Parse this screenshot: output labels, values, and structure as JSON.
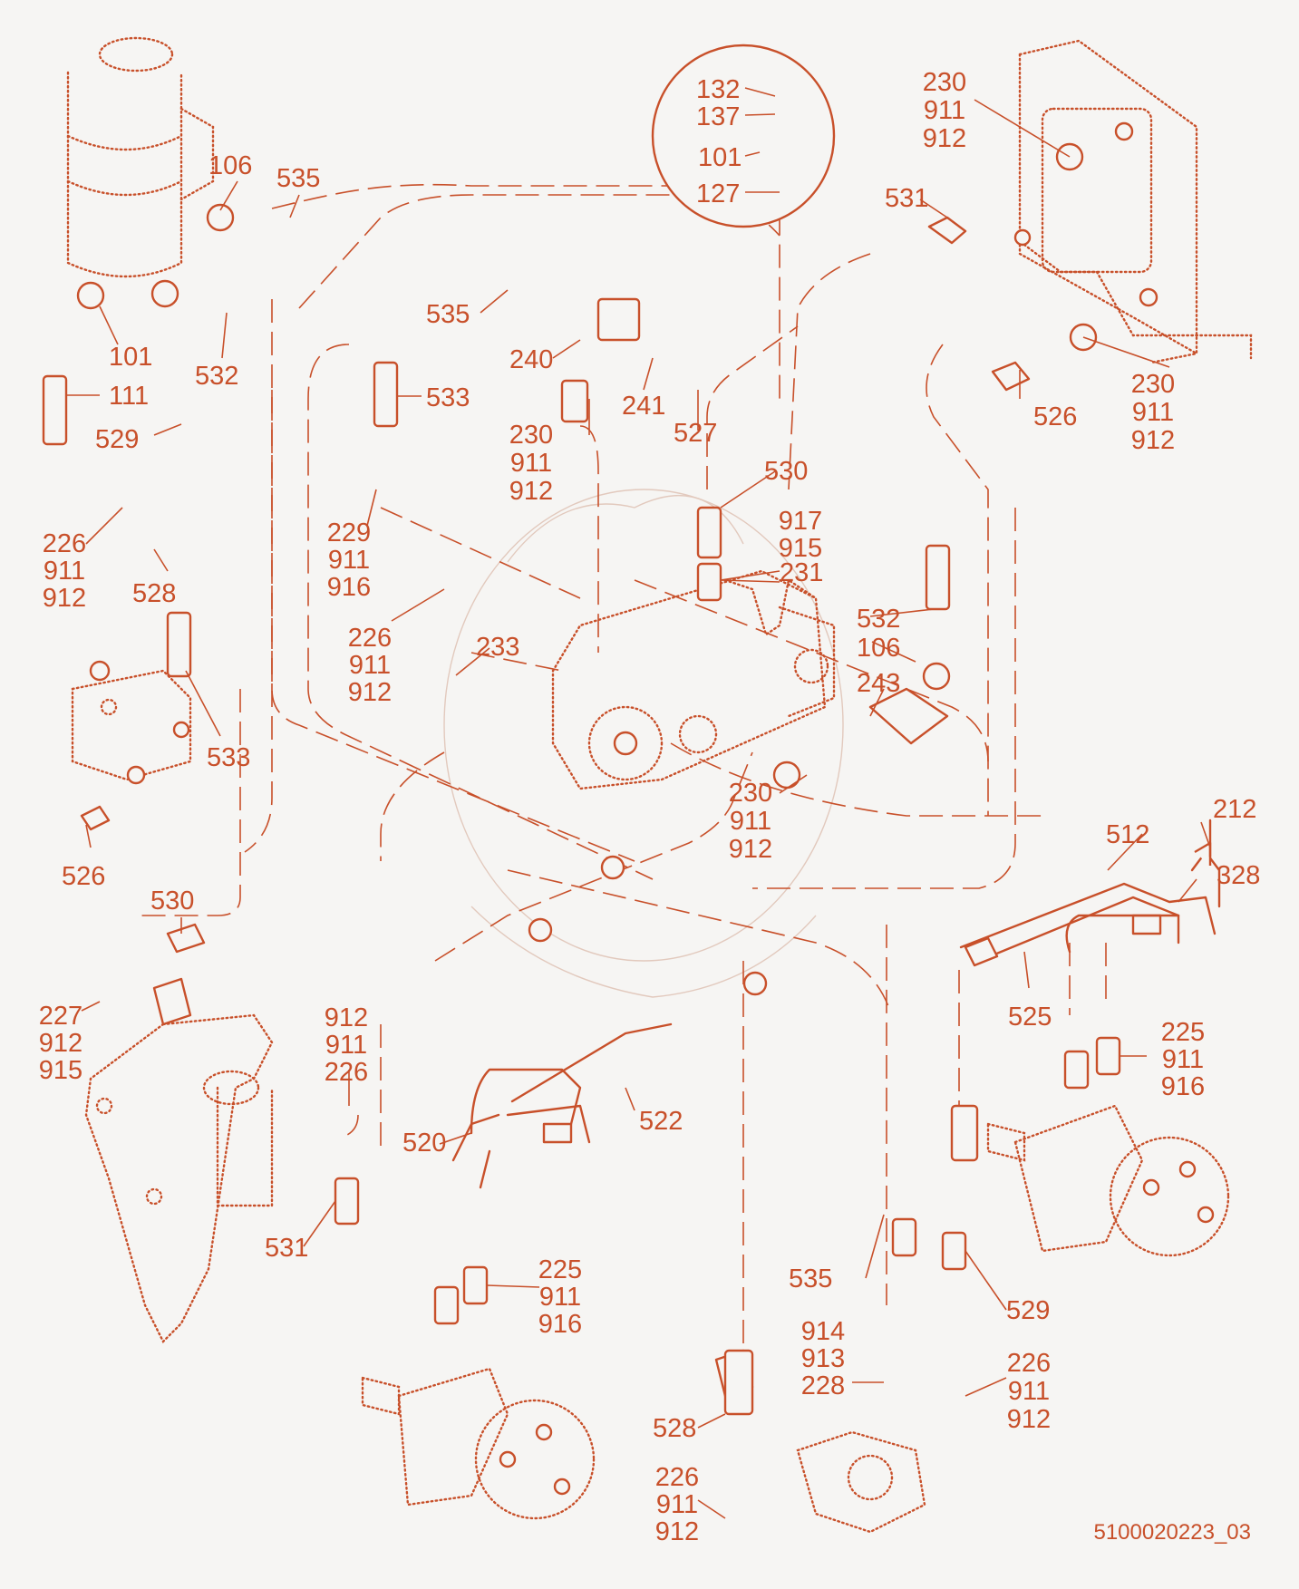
{
  "document_id": "5100020223_03",
  "colors": {
    "line": "#c8502a",
    "background": "#f6f5f3"
  },
  "callouts": [
    {
      "id": "c01",
      "lines": [
        "132"
      ]
    },
    {
      "id": "c02",
      "lines": [
        "137"
      ]
    },
    {
      "id": "c03",
      "lines": [
        "101"
      ]
    },
    {
      "id": "c04",
      "lines": [
        "127"
      ]
    },
    {
      "id": "c05",
      "lines": [
        "230",
        "911",
        "912"
      ]
    },
    {
      "id": "c06",
      "lines": [
        "531"
      ]
    },
    {
      "id": "c07",
      "lines": [
        "106"
      ]
    },
    {
      "id": "c08",
      "lines": [
        "535"
      ]
    },
    {
      "id": "c09",
      "lines": [
        "101"
      ]
    },
    {
      "id": "c10",
      "lines": [
        "111"
      ]
    },
    {
      "id": "c11",
      "lines": [
        "532"
      ]
    },
    {
      "id": "c12",
      "lines": [
        "535"
      ]
    },
    {
      "id": "c13",
      "lines": [
        "240"
      ]
    },
    {
      "id": "c14",
      "lines": [
        "241"
      ]
    },
    {
      "id": "c15",
      "lines": [
        "527"
      ]
    },
    {
      "id": "c16",
      "lines": [
        "230",
        "911",
        "912"
      ]
    },
    {
      "id": "c17",
      "lines": [
        "533"
      ]
    },
    {
      "id": "c18",
      "lines": [
        "526"
      ]
    },
    {
      "id": "c19",
      "lines": [
        "230",
        "911",
        "912"
      ]
    },
    {
      "id": "c20",
      "lines": [
        "529"
      ]
    },
    {
      "id": "c21",
      "lines": [
        "530"
      ]
    },
    {
      "id": "c22",
      "lines": [
        "229",
        "911",
        "916"
      ]
    },
    {
      "id": "c23",
      "lines": [
        "917",
        "915"
      ]
    },
    {
      "id": "c24",
      "lines": [
        "231"
      ]
    },
    {
      "id": "c25",
      "lines": [
        "226",
        "911",
        "912"
      ]
    },
    {
      "id": "c26",
      "lines": [
        "528"
      ]
    },
    {
      "id": "c27",
      "lines": [
        "532"
      ]
    },
    {
      "id": "c28",
      "lines": [
        "106"
      ]
    },
    {
      "id": "c29",
      "lines": [
        "226",
        "911",
        "912"
      ]
    },
    {
      "id": "c30",
      "lines": [
        "233"
      ]
    },
    {
      "id": "c31",
      "lines": [
        "243"
      ]
    },
    {
      "id": "c32",
      "lines": [
        "533"
      ]
    },
    {
      "id": "c33",
      "lines": [
        "230",
        "911",
        "912"
      ]
    },
    {
      "id": "c34",
      "lines": [
        "212"
      ]
    },
    {
      "id": "c35",
      "lines": [
        "512"
      ]
    },
    {
      "id": "c36",
      "lines": [
        "328"
      ]
    },
    {
      "id": "c37",
      "lines": [
        "526"
      ]
    },
    {
      "id": "c38",
      "lines": [
        "530"
      ]
    },
    {
      "id": "c39",
      "lines": [
        "227",
        "912",
        "915"
      ]
    },
    {
      "id": "c40",
      "lines": [
        "525"
      ]
    },
    {
      "id": "c41",
      "lines": [
        "912",
        "911",
        "226"
      ]
    },
    {
      "id": "c42",
      "lines": [
        "225",
        "911",
        "916"
      ]
    },
    {
      "id": "c43",
      "lines": [
        "522"
      ]
    },
    {
      "id": "c44",
      "lines": [
        "520"
      ]
    },
    {
      "id": "c45",
      "lines": [
        "531"
      ]
    },
    {
      "id": "c46",
      "lines": [
        "225",
        "911",
        "916"
      ]
    },
    {
      "id": "c47",
      "lines": [
        "535"
      ]
    },
    {
      "id": "c48",
      "lines": [
        "529"
      ]
    },
    {
      "id": "c49",
      "lines": [
        "914",
        "913",
        "228"
      ]
    },
    {
      "id": "c50",
      "lines": [
        "226",
        "911",
        "912"
      ]
    },
    {
      "id": "c51",
      "lines": [
        "528"
      ]
    },
    {
      "id": "c52",
      "lines": [
        "226",
        "911",
        "912"
      ]
    }
  ]
}
